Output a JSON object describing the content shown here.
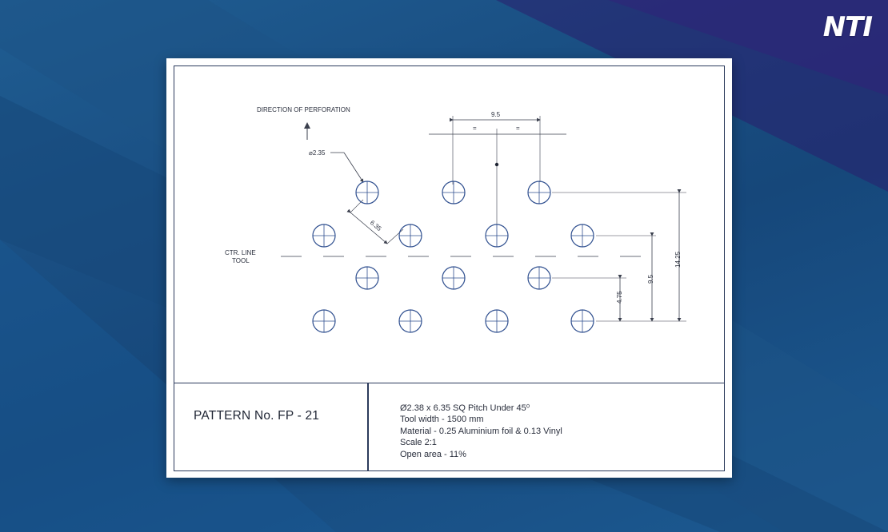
{
  "brand": {
    "logo_text": "NTI"
  },
  "drawing": {
    "direction_label": "DIRECTION OF PERFORATION",
    "hole_diameter_label": "⌀2.35",
    "pitch_label": "6.35",
    "center_line_label_1": "CTR. LINE",
    "center_line_label_2": "TOOL",
    "dim_top": "9.5",
    "dim_equal_1": "=",
    "dim_equal_2": "=",
    "dim_row_1": "4.75",
    "dim_row_2": "9.5",
    "dim_row_3": "14.25"
  },
  "title_block": {
    "pattern_no": "PATTERN No. FP - 21",
    "specs": [
      "Ø2.38 x 6.35  SQ Pitch   Under 45⁰",
      "Tool width - 1500 mm",
      "Material - 0.25 Aluminium foil & 0.13 Vinyl",
      "Scale 2:1",
      "Open area - 11%"
    ]
  },
  "colors": {
    "hole_stroke": "#2f4f8f",
    "line": "#3a3f4d",
    "frame": "#2b3a5c",
    "logo_accent": "#e03a2f"
  }
}
